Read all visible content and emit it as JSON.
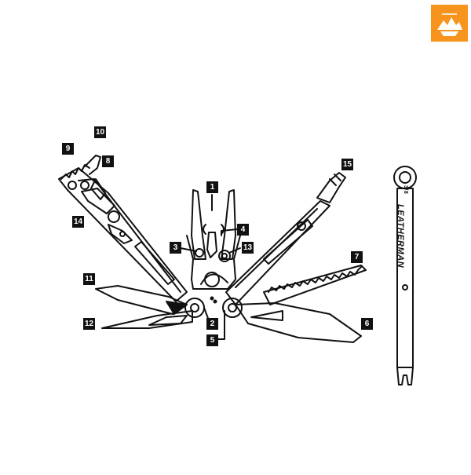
{
  "diagram": {
    "callouts": [
      {
        "id": "c1",
        "label": "1"
      },
      {
        "id": "c2",
        "label": "2"
      },
      {
        "id": "c3",
        "label": "3"
      },
      {
        "id": "c4",
        "label": "4"
      },
      {
        "id": "c5",
        "label": "5"
      },
      {
        "id": "c6",
        "label": "6"
      },
      {
        "id": "c7",
        "label": "7"
      },
      {
        "id": "c8",
        "label": "8"
      },
      {
        "id": "c9",
        "label": "9"
      },
      {
        "id": "c10",
        "label": "10"
      },
      {
        "id": "c11",
        "label": "11"
      },
      {
        "id": "c12",
        "label": "12"
      },
      {
        "id": "c13",
        "label": "13"
      },
      {
        "id": "c14",
        "label": "14"
      },
      {
        "id": "c15",
        "label": "15"
      }
    ],
    "bit_driver": {
      "brand_text": "LEATHERMAN",
      "size_text": "3/8"
    },
    "badge": {
      "color": "#f7941d",
      "icon": "mountain-logo-icon"
    }
  }
}
